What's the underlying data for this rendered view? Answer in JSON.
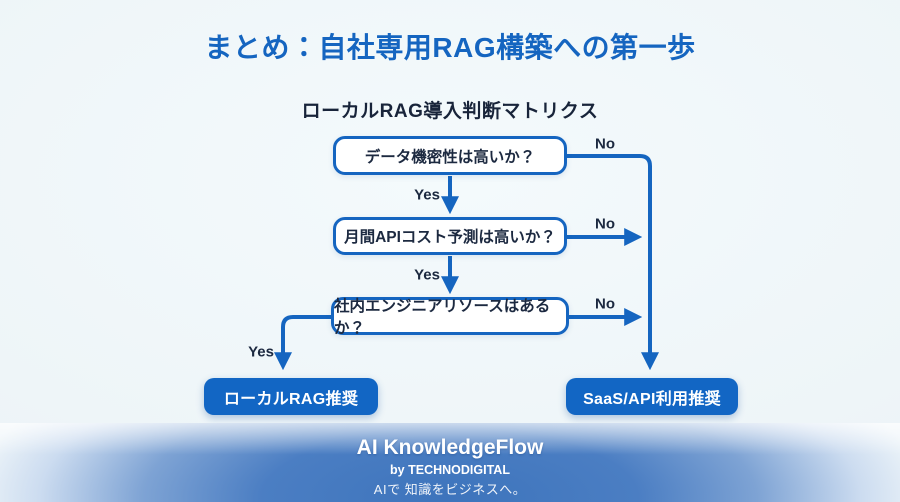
{
  "title": "まとめ：自社専用RAG構築への第一歩",
  "subtitle": "ローカルRAG導入判断マトリクス",
  "flowchart": {
    "questions": [
      {
        "id": "q1",
        "label": "データ機密性は高いか？"
      },
      {
        "id": "q2",
        "label": "月間APIコスト予測は高いか？"
      },
      {
        "id": "q3",
        "label": "社内エンジニアリソースはあるか？"
      }
    ],
    "edges": [
      {
        "from": "q1",
        "to": "q2",
        "label": "Yes"
      },
      {
        "from": "q1",
        "to": "result-saas",
        "label": "No"
      },
      {
        "from": "q2",
        "to": "q3",
        "label": "Yes"
      },
      {
        "from": "q2",
        "to": "result-saas",
        "label": "No"
      },
      {
        "from": "q3",
        "to": "result-local",
        "label": "Yes"
      },
      {
        "from": "q3",
        "to": "result-saas",
        "label": "No"
      }
    ],
    "results": [
      {
        "id": "result-local",
        "label": "ローカルRAG推奨"
      },
      {
        "id": "result-saas",
        "label": "SaaS/API利用推奨"
      }
    ]
  },
  "footer": {
    "brand": "AI KnowledgeFlow",
    "byline": "by TECHNODIGITAL",
    "tagline": "AIで 知識をビジネスへ。"
  },
  "colors": {
    "accent_blue": "#1565c0",
    "result_fill": "#1266c4",
    "text_dark": "#1c2940",
    "background": "#eef5f8",
    "footer_blue": "#4b7ec3"
  }
}
